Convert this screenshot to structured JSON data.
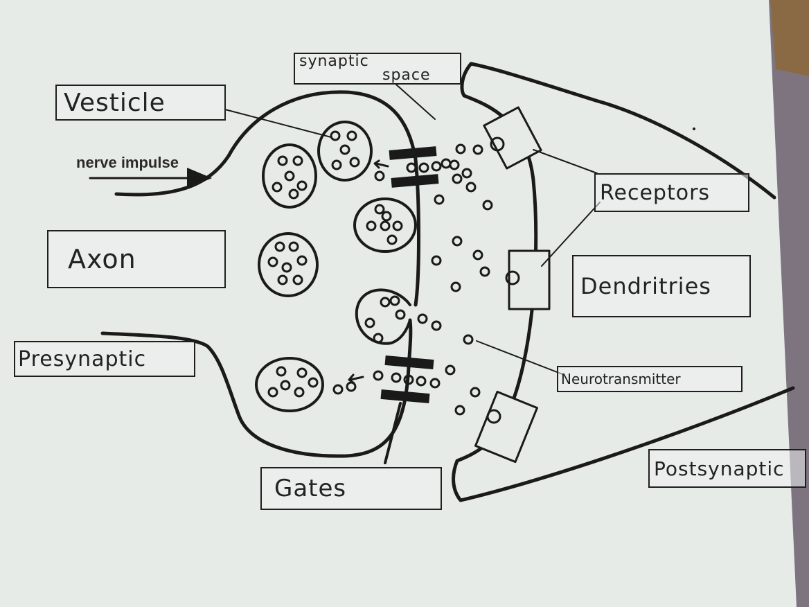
{
  "diagram": {
    "arrow_caption": "nerve impulse",
    "labels": {
      "vesicle": "Vesticle",
      "synaptic_space_line1": "synaptic",
      "synaptic_space_line2": "space",
      "axon": "Axon",
      "presynaptic": "Presynaptic",
      "gates": "Gates",
      "receptors": "Receptors",
      "dendrites": "Dendritries",
      "neurotransmitter": "Neurotransmitter",
      "postsynaptic": "Postsynaptic"
    }
  },
  "colors": {
    "paper": "#e7ebe8",
    "ink": "#1a1a1a",
    "right_edge_dark": "#6b6470",
    "right_edge_brown": "#8a6a45"
  }
}
